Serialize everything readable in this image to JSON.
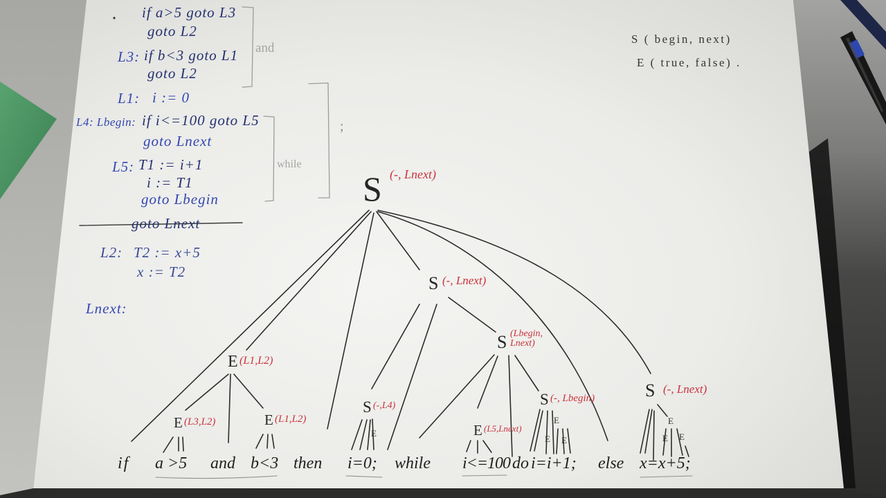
{
  "code_lines": [
    {
      "text": "if a>5 goto L3"
    },
    {
      "text": "goto L2"
    },
    {
      "label": "L3:",
      "text": "if b<3 goto L1"
    },
    {
      "text": "goto L2"
    },
    {
      "label": "L1:",
      "text": "i := 0"
    },
    {
      "label": "L4: Lbegin:",
      "text": "if i<=100 goto L5"
    },
    {
      "text": "goto Lnext"
    },
    {
      "label": "L5:",
      "text": "T1 := i+1"
    },
    {
      "text": "i := T1"
    },
    {
      "text": "goto Lbegin"
    },
    {
      "text": "goto Lnext"
    },
    {
      "label": "L2:",
      "text": "T2 := x+5"
    },
    {
      "text": "x := T2"
    },
    {
      "label": "Lnext:"
    }
  ],
  "margin_notes": {
    "and_label": "and",
    "while_label": "while",
    "mark": ";"
  },
  "legend_notes": [
    "S ( begin, next)",
    "E ( true, false) ."
  ],
  "tree": {
    "root": {
      "symbol": "S",
      "attr": "(-, Lnext)"
    },
    "nodes": [
      {
        "symbol": "E",
        "attr": "(L1,L2)"
      },
      {
        "symbol": "E",
        "attr": "(L3,L2)"
      },
      {
        "symbol": "E",
        "attr": "(L1,L2)"
      },
      {
        "symbol": "S",
        "attr": "(-,L4)"
      },
      {
        "symbol": "S",
        "attr": "(-, Lnext)"
      },
      {
        "symbol": "S",
        "attr": "(Lbegin, Lnext)"
      },
      {
        "symbol": "E",
        "attr": "(L5,Lnext)"
      },
      {
        "symbol": "S",
        "attr": "(-, Lbegin)"
      },
      {
        "symbol": "S",
        "attr": "(-, Lnext)"
      }
    ],
    "leaf_marks": [
      "E",
      "E",
      "E",
      "E",
      "E",
      "E",
      "E"
    ]
  },
  "tokens": [
    "if",
    "a >5",
    "and",
    "b<3",
    "then",
    "i=0;",
    "while",
    "i<=100",
    "do",
    "i=i+1;",
    "else",
    "x=x+5;"
  ],
  "colors": {
    "ink_blue": "#3347b2",
    "ink_red": "#c9343b",
    "pencil": "#a4a4a2",
    "card_green": "#4a9462"
  }
}
